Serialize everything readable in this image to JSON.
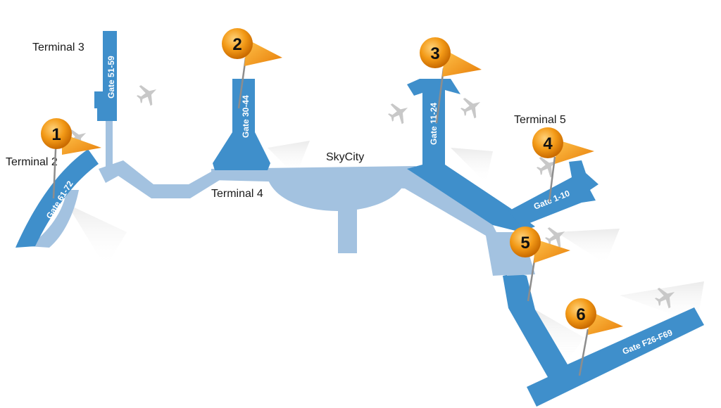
{
  "colors": {
    "terminal_blue": "#3f8fcb",
    "walkway_blue": "#a3c2e0",
    "marker_orange": "#f39a17",
    "plane_gray": "#c8c8c8"
  },
  "terminals": [
    {
      "name": "Terminal 2"
    },
    {
      "name": "Terminal 3"
    },
    {
      "name": "Terminal 4"
    },
    {
      "name": "Terminal 5"
    },
    {
      "name": "SkyCity"
    }
  ],
  "gates": [
    {
      "label": "Gate 61-72"
    },
    {
      "label": "Gate 51-59"
    },
    {
      "label": "Gate 30-44"
    },
    {
      "label": "Gate 11-24"
    },
    {
      "label": "Gate 1-10"
    },
    {
      "label": "Gate F26-F69"
    }
  ],
  "markers": [
    {
      "number": "1",
      "icon": "flag-pin-icon"
    },
    {
      "number": "2",
      "icon": "flag-pin-icon"
    },
    {
      "number": "3",
      "icon": "flag-pin-icon"
    },
    {
      "number": "4",
      "icon": "flag-pin-icon"
    },
    {
      "number": "5",
      "icon": "flag-pin-icon"
    },
    {
      "number": "6",
      "icon": "flag-pin-icon"
    }
  ],
  "decorations": {
    "plane_icon": "airplane-icon"
  }
}
